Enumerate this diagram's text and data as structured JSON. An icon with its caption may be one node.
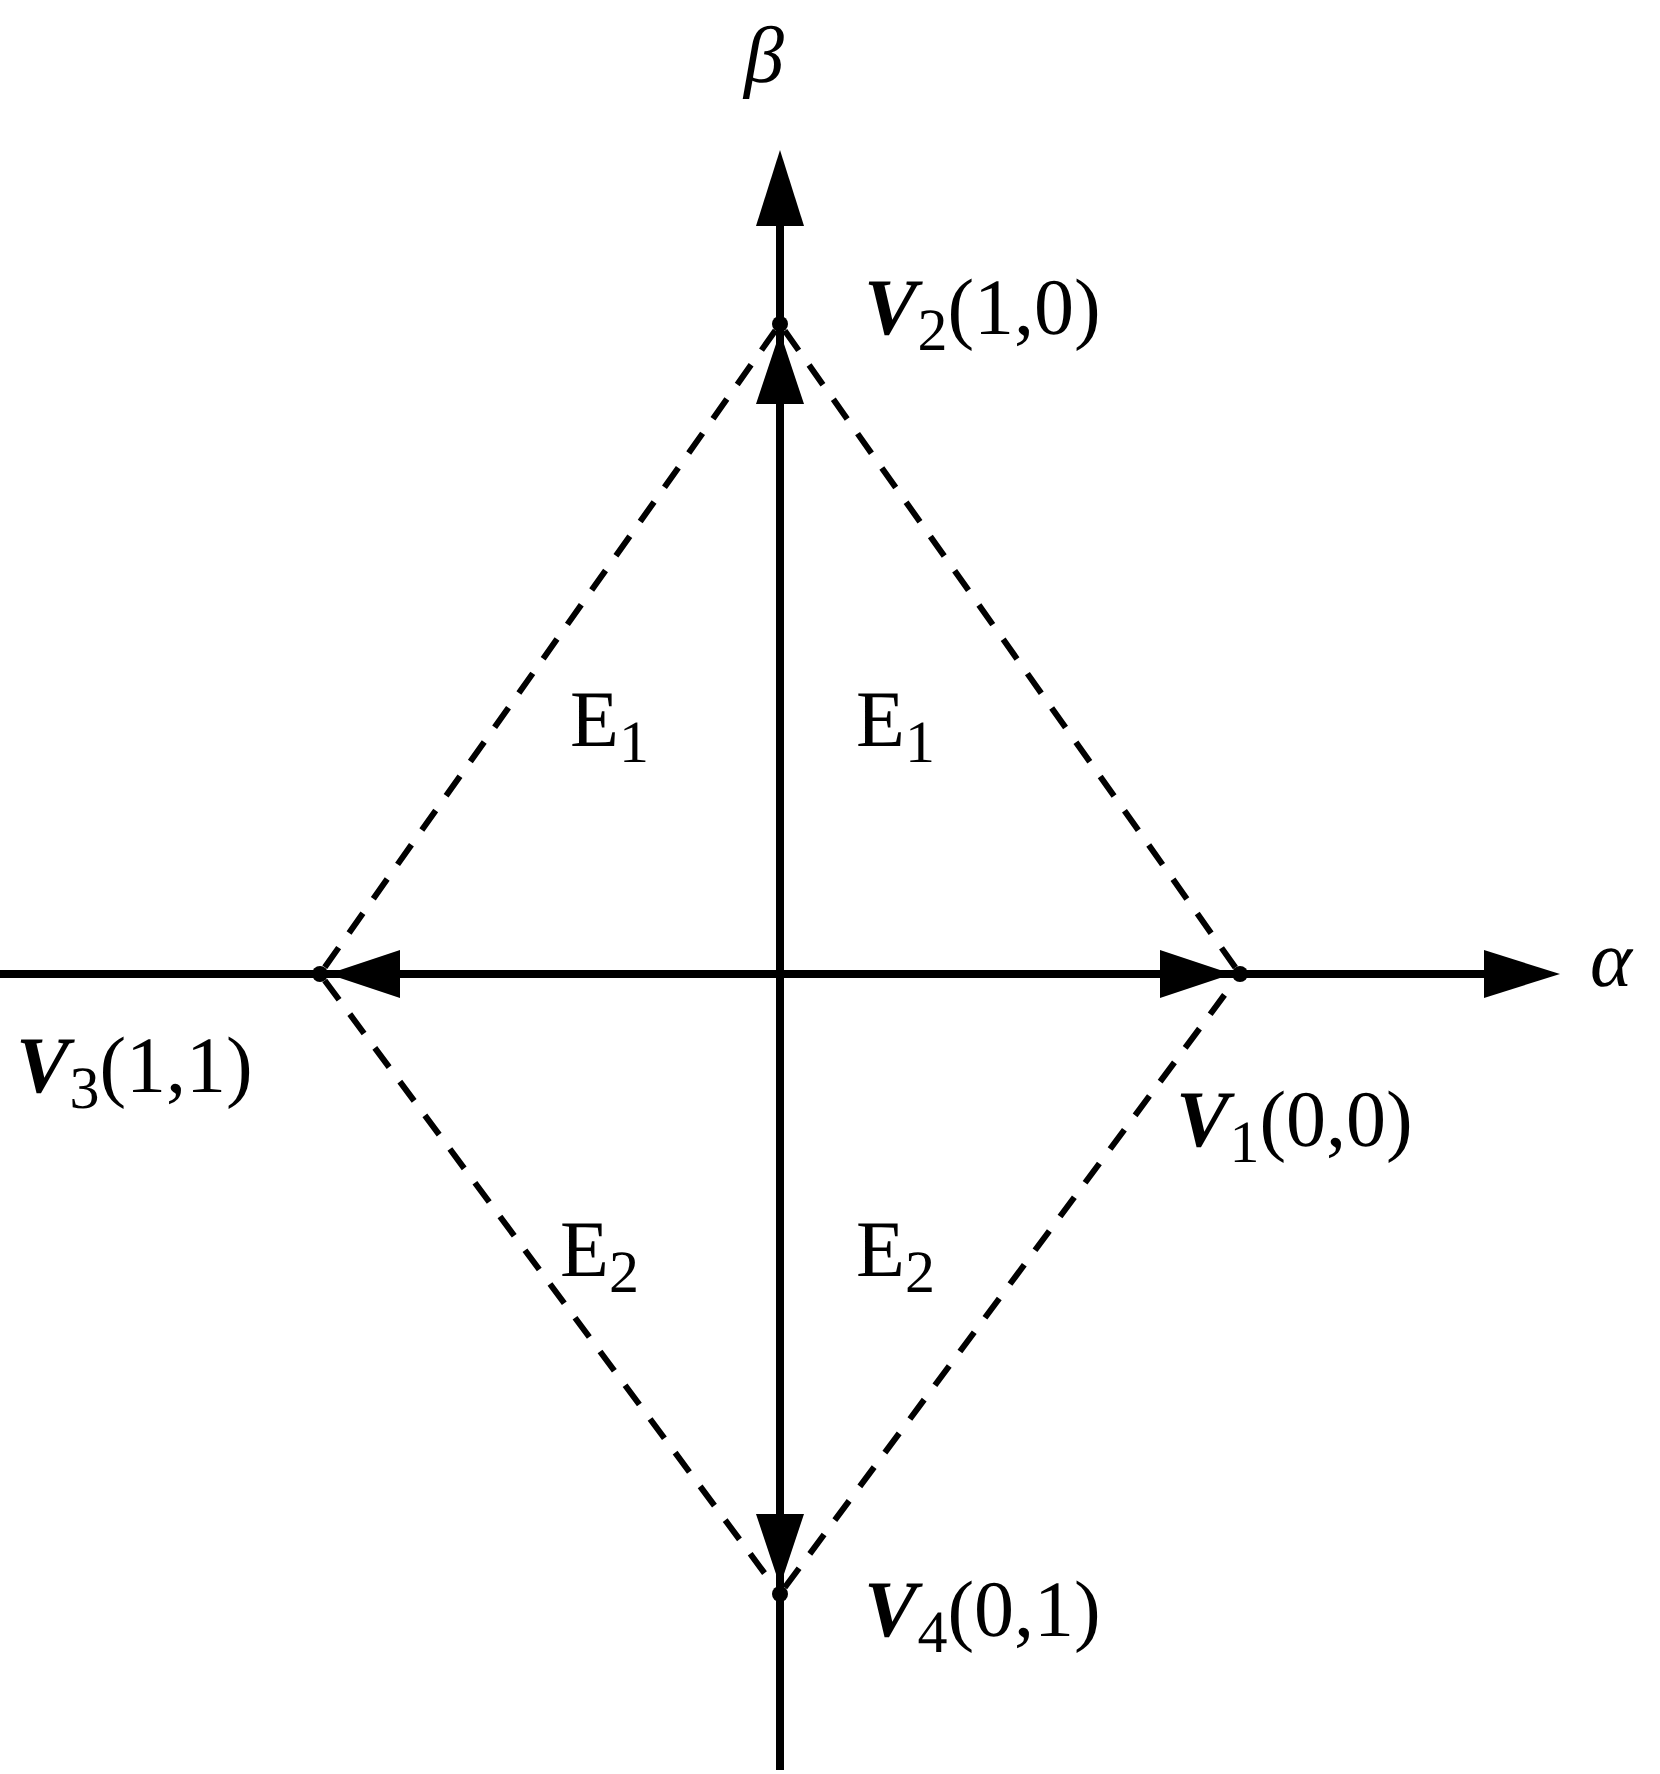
{
  "diagram": {
    "nodes": [
      {
        "text": [],
        "shape": "point",
        "beside": [
          "**V**$_{1}$(0,0)"
        ]
      },
      {
        "text": [],
        "shape": "point",
        "beside": [
          "**V**$_{2}$(1,0)"
        ]
      },
      {
        "text": [],
        "shape": "point",
        "beside": [
          "**V**$_{3}$(1,1)"
        ]
      },
      {
        "text": [],
        "shape": "point",
        "beside": [
          "**V**$_{4}$(0,1)"
        ]
      }
    ],
    "edges": [
      {
        "from": null,
        "to": 0,
        "arrow": "to"
      },
      {
        "from": null,
        "to": 1,
        "arrow": "to"
      },
      {
        "from": null,
        "to": 2,
        "arrow": "to"
      },
      {
        "from": null,
        "to": 3,
        "arrow": "to"
      },
      {
        "from": 0,
        "to": 1,
        "arrow": "none",
        "style": "dashed"
      },
      {
        "from": 1,
        "to": 2,
        "arrow": "none",
        "style": "dashed"
      },
      {
        "from": 2,
        "to": 3,
        "arrow": "none",
        "style": "dashed"
      },
      {
        "from": 3,
        "to": 0,
        "arrow": "none",
        "style": "dashed"
      }
    ],
    "labels": [
      "β",
      "α",
      "E$_{1}$",
      "E$_{1}$",
      "E$_{2}$",
      "E$_{2}$"
    ]
  }
}
